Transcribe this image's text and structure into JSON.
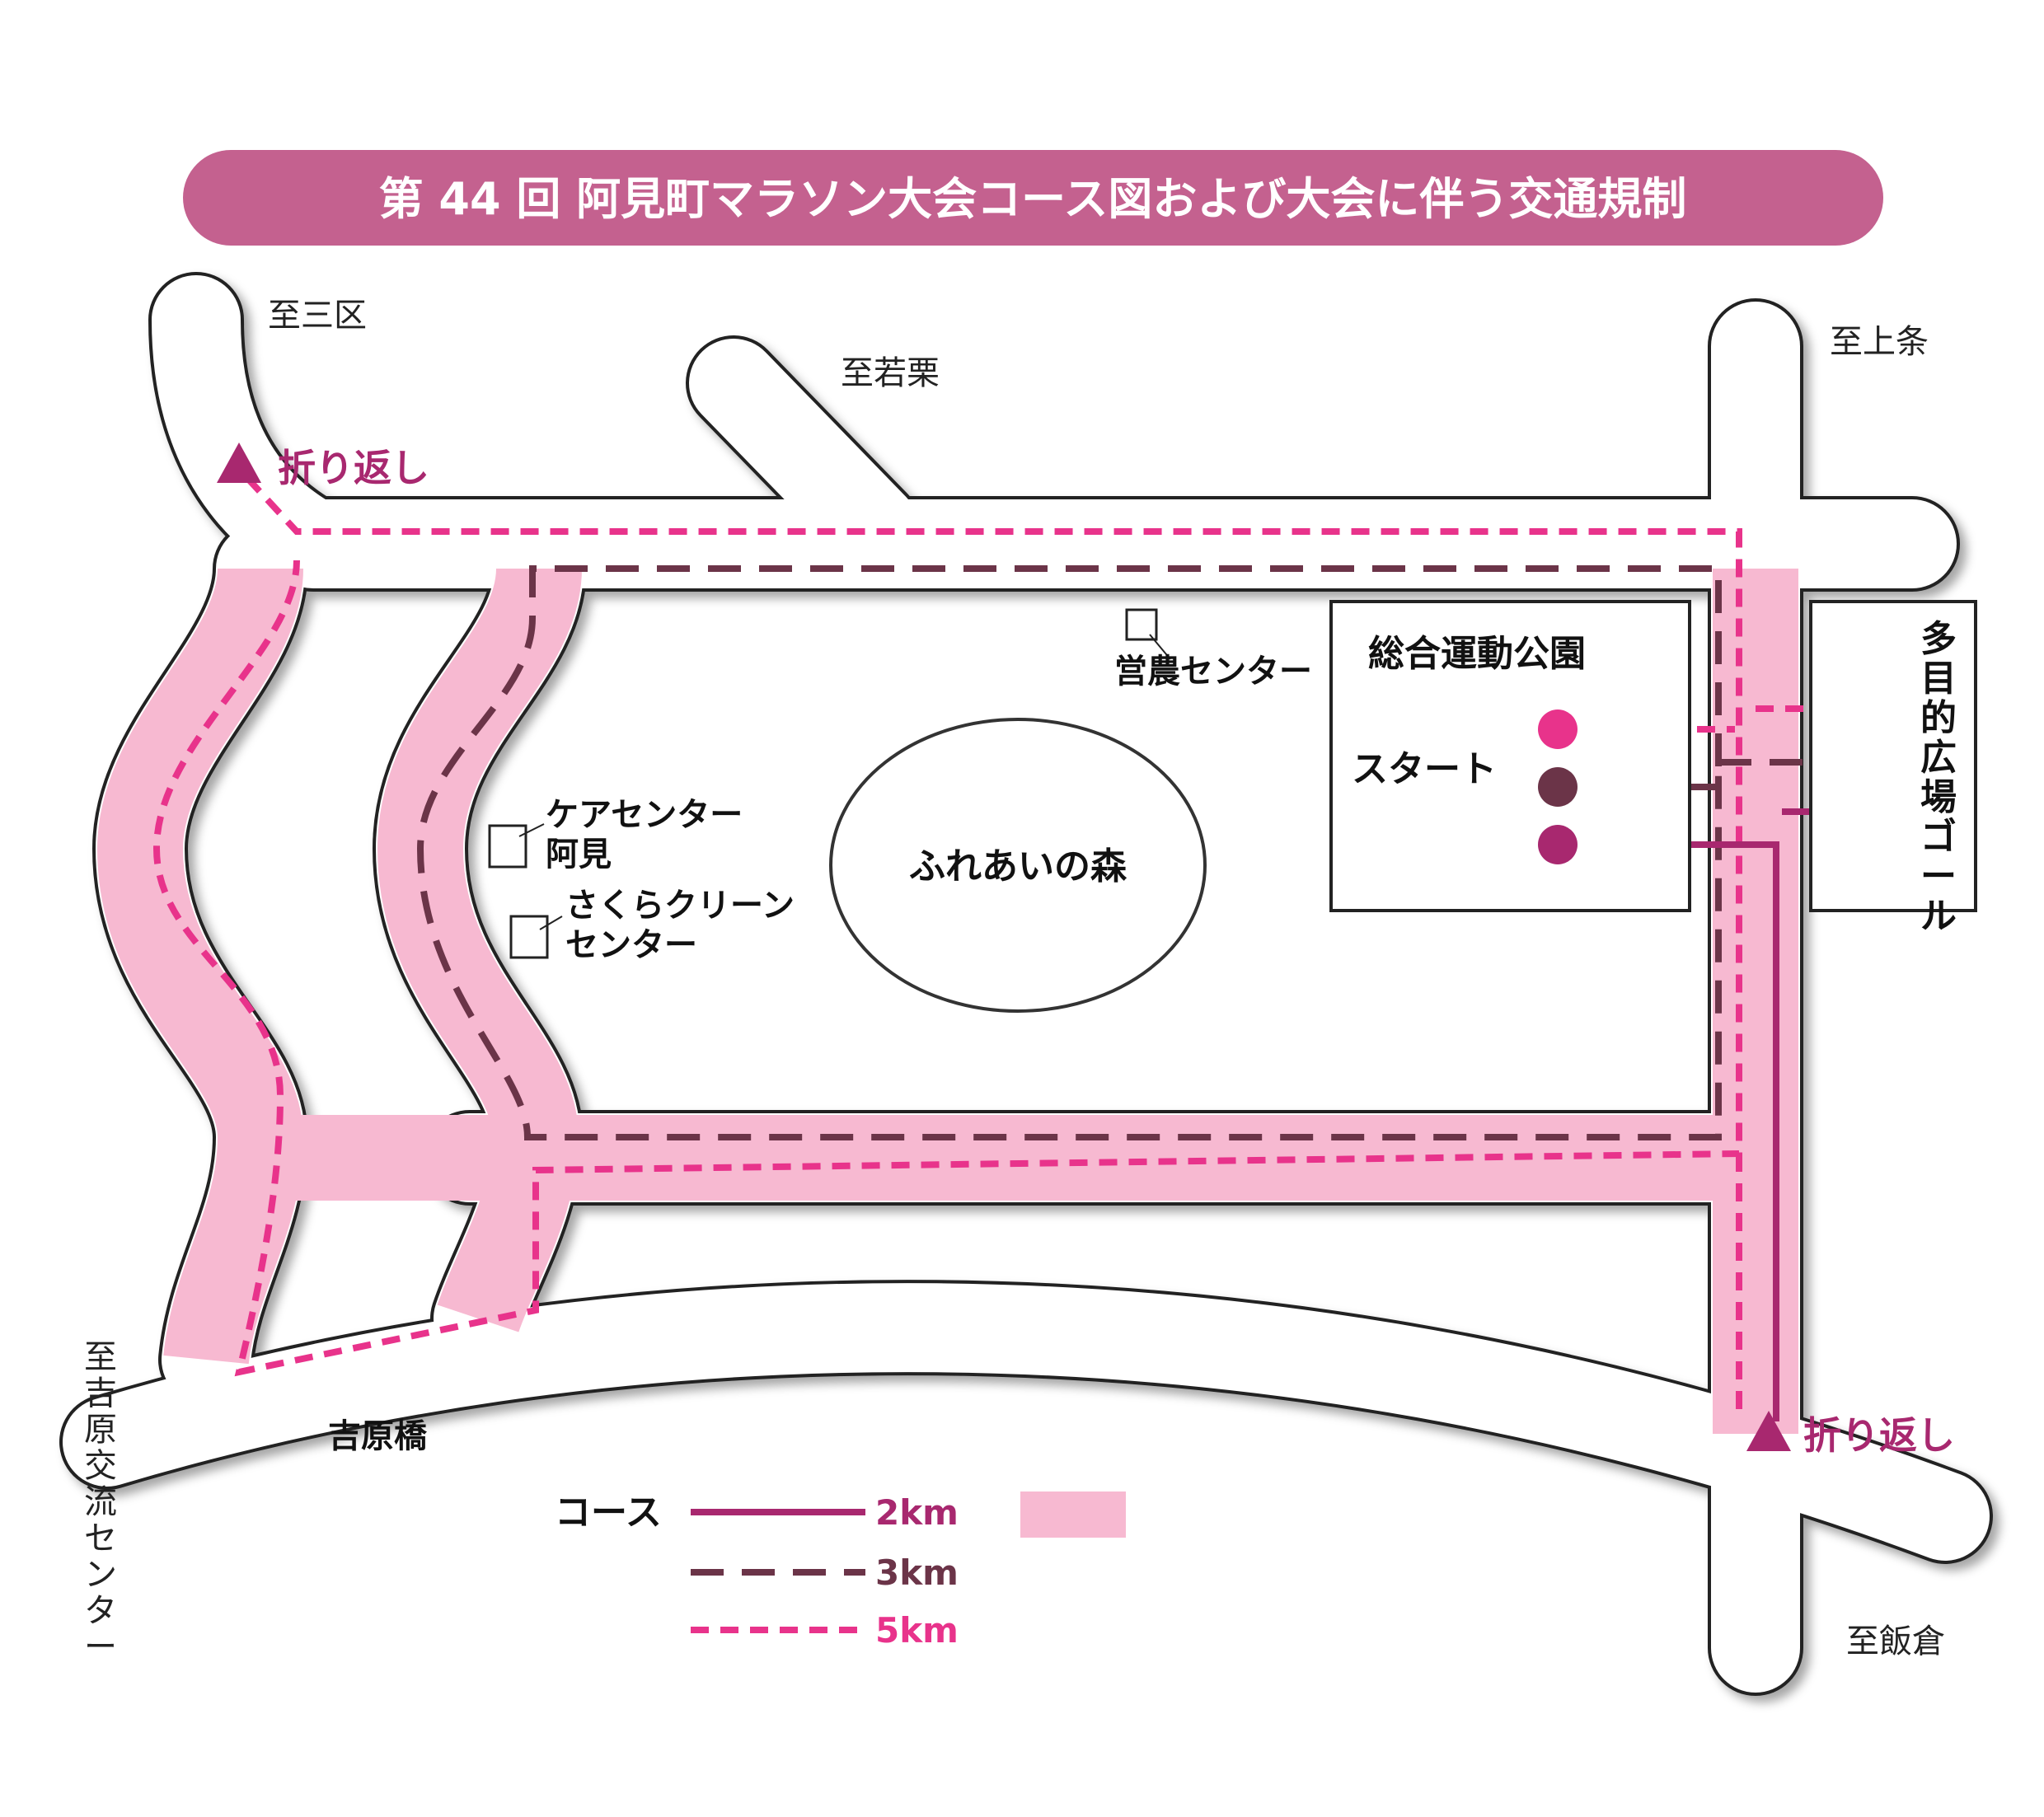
{
  "title": "第 44 回 阿見町マラソン大会コース図および大会に伴う交通規制",
  "directions": {
    "sanku": "至三区",
    "wakaguri": "至若栗",
    "kamijo": "至上条",
    "yoshiwara": "至吉原交流センター",
    "iigura": "至飯倉"
  },
  "places": {
    "einou": "営農センター",
    "park": "総合運動公園",
    "start": "スタート",
    "care_line1": "ケアセンター",
    "care_line2": "阿見",
    "sakura_line1": "さくらクリーン",
    "sakura_line2": "センター",
    "forest": "ふれあいの森",
    "goal": "多目的広場ゴール",
    "bridge": "吉原橋"
  },
  "turnaround": {
    "north": "折り返し",
    "south": "折り返し"
  },
  "legend": {
    "course_label": "コース",
    "items": [
      {
        "label": "2km",
        "color": "#a8286f",
        "style": "solid"
      },
      {
        "label": "3km",
        "color": "#6b3448",
        "style": "dashed"
      },
      {
        "label": "5km",
        "color": "#e8338b",
        "style": "dotted"
      }
    ],
    "regulated_color": "#f7b9d1"
  },
  "colors": {
    "banner": "#c4618f",
    "road_fill": "#ffffff",
    "regulated": "#f7b9d1"
  }
}
